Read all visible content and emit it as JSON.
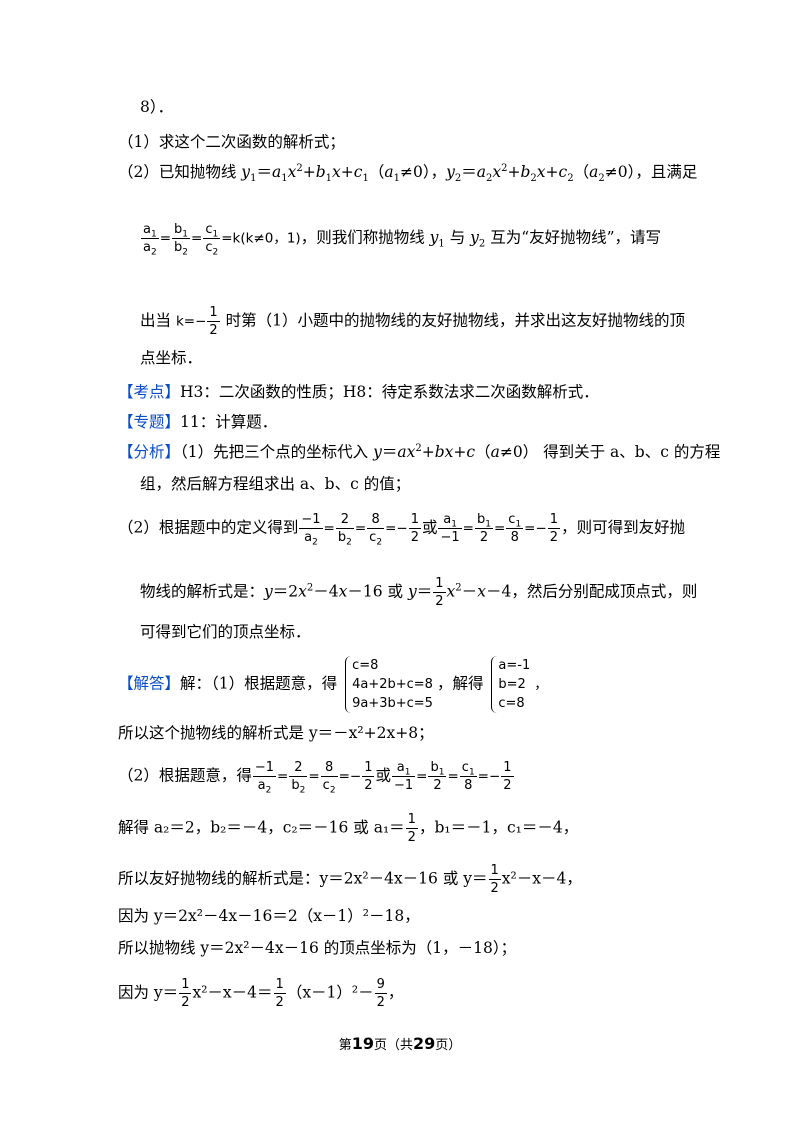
{
  "lines": {
    "l0": "8）．",
    "q1": "（1）求这个二次函数的解析式；",
    "q2_a": "（2）已知抛物线 ",
    "q2_b": "，且满足",
    "q2_c": "，则我们称抛物线 ",
    "q2_d": " 互为“友好抛物线”，请写",
    "q2_e": "出当 ",
    "q2_f": " 时第（1）小题中的抛物线的友好抛物线，并求出这友好抛物线的顶",
    "q2_g": "点坐标．",
    "kaodian_tag": "【考点】",
    "kaodian": "H3：二次函数的性质；H8：待定系数法求二次函数解析式．",
    "zhuanti_tag": "【专题】",
    "zhuanti": "11：计算题．",
    "fenxi_tag": "【分析】",
    "fenxi1": "（1）先把三个点的坐标代入 ",
    "fenxi1b": " 得到关于 a、b、c 的方程",
    "fenxi2": "组，然后解方程组求出 a、b、c 的值；",
    "fenxi3": "（2）根据题中的定义得到",
    "fenxi3b": "，则可得到友好抛",
    "fenxi4": "物线的解析式是：",
    "fenxi4b": "，然后分别配成顶点式，则",
    "fenxi5": "可得到它们的顶点坐标．",
    "jieda_tag": "【解答】",
    "jieda1": "解：（1）根据题意，得",
    "jieda1b": "，解得",
    "sys1": [
      "c=8",
      "4a+2b+c=8",
      "9a+3b+c=5"
    ],
    "sys2": [
      "a=-1",
      "b=2",
      "c=8"
    ],
    "jieda2": "所以这个抛物线的解析式是 y＝－x²+2x+8；",
    "jieda3": "（2）根据题意，得",
    "jieda4": "解得 a₂＝2，b₂＝－4，c₂＝－16 或 a₁＝",
    "jieda4b": "，b₁＝－1，c₁＝－4，",
    "jieda5": "所以友好抛物线的解析式是：y＝2x²－4x－16 或 y＝",
    "jieda5b": "x²－x－4，",
    "jieda6": "因为 y＝2x²－4x－16＝2（x－1）²－18，",
    "jieda7": "所以抛物线 y＝2x²－4x－16 的顶点坐标为（1，－18）；",
    "jieda8": "因为 y＝",
    "jieda8b": "x²－x－4＝",
    "jieda8c": "（x－1）²－",
    "jieda8d": "，"
  },
  "footer": {
    "pre": "第",
    "page": "19",
    "mid": "页（共",
    "total": "29",
    "post": "页）"
  }
}
